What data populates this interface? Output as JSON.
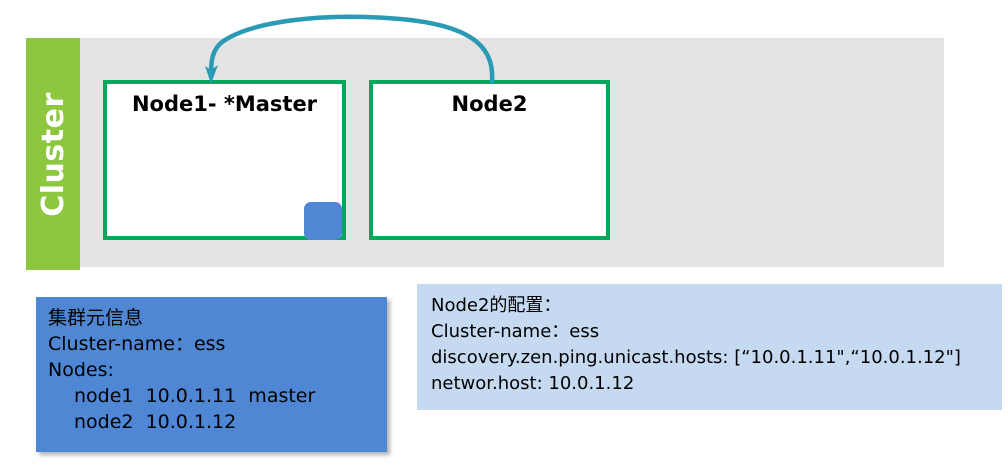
{
  "cluster": {
    "sidebar_label": "Cluster",
    "panel_color": "#e3e3e3",
    "sidebar_color": "#8dc63f",
    "nodes": [
      {
        "name": "node1",
        "title": "Node1- *Master",
        "border_color": "#00a85d",
        "shard_color": "#4f87d4"
      },
      {
        "name": "node2",
        "title": "Node2",
        "border_color": "#00a85d"
      }
    ]
  },
  "arrow": {
    "name": "replication-arrow",
    "color": "#2a9ab5",
    "from": "node2-top",
    "to": "node1-top"
  },
  "cluster_meta": {
    "background": "#4f87d4",
    "lines": [
      "集群元信息",
      "Cluster-name：ess",
      "Nodes:"
    ],
    "node_rows": [
      "node1  10.0.1.11  master",
      "node2  10.0.1.12"
    ]
  },
  "node2_config": {
    "background": "#c5d9f1",
    "lines": [
      "Node2的配置：",
      "Cluster-name：ess",
      "discovery.zen.ping.unicast.hosts: [“10.0.1.11\",“10.0.1.12\"]",
      "networ.host: 10.0.1.12"
    ]
  }
}
